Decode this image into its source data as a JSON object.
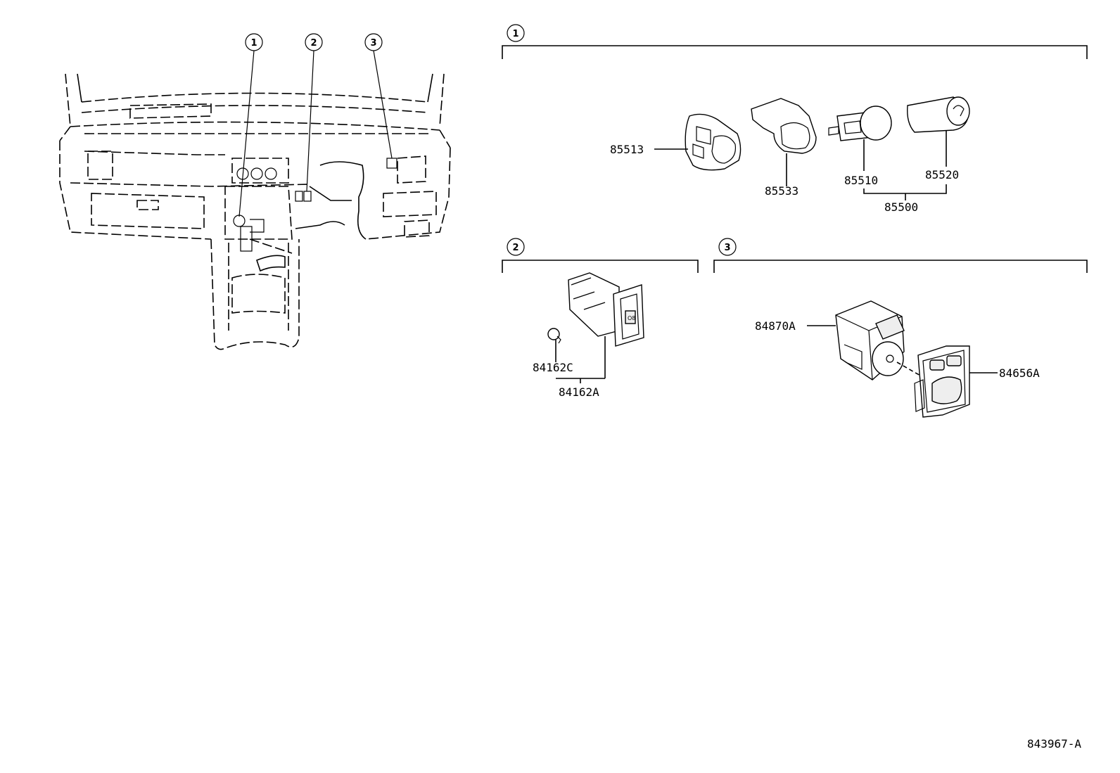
{
  "callouts": {
    "c1": "1",
    "c2": "2",
    "c3": "3"
  },
  "section1": {
    "number": "1",
    "parts": {
      "p85513": "85513",
      "p85533": "85533",
      "p85510": "85510",
      "p85520": "85520",
      "p85500": "85500"
    }
  },
  "section2": {
    "number": "2",
    "parts": {
      "p84162C": "84162C",
      "p84162A": "84162A"
    }
  },
  "section3": {
    "number": "3",
    "parts": {
      "p84870A": "84870A",
      "p84656A": "84656A"
    }
  },
  "diagram_id": "843967-A"
}
